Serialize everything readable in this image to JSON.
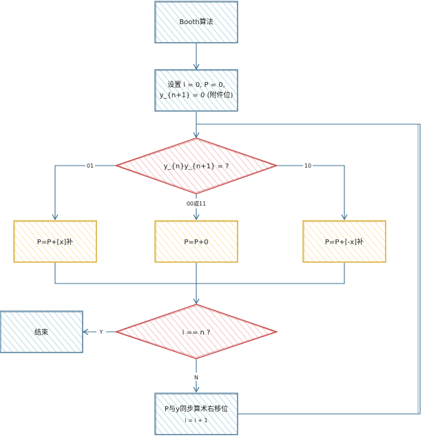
{
  "diagram": {
    "colors": {
      "blue_stroke": "#3c6e8f",
      "blue_fill": "#dbeef3",
      "red_stroke": "#c23b3b",
      "red_fill": "#fde3e3",
      "yellow_stroke": "#d4a017",
      "yellow_fill": "#fff3d6",
      "edge": "#3c6e8f"
    },
    "nodes": {
      "start": "Booth算法",
      "init_line1": "设置 i = 0, P = 0,",
      "init_line2": "y_{n+1} = 0 (附件位)",
      "decision_bits": "y_{n}y_{n+1} = ?",
      "add_x": "P=P+[x]补",
      "add_zero": "P=P+0",
      "add_neg_x": "P=P+[-x]补",
      "decision_end": "i == n ?",
      "end": "结束",
      "shift_line1": "P与y同步算术右移位",
      "shift_line2": "i = i + 1"
    },
    "edges": {
      "label_01": "01",
      "label_00_11": "00或11",
      "label_10": "10",
      "label_yes": "Y",
      "label_no": "N"
    }
  }
}
